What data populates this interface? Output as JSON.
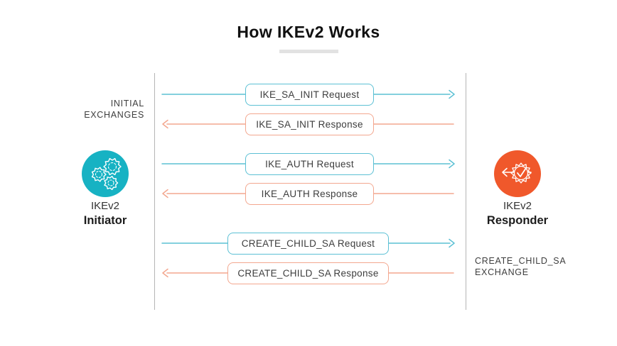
{
  "title": "How IKEv2 Works",
  "colors": {
    "initiator_circle": "#17b2c3",
    "responder_circle": "#f0582b",
    "request_arrow": "#5cc0d4",
    "response_arrow": "#f3a78f",
    "text": "#3d3d3d",
    "timeline_line": "#b5b5b5"
  },
  "actors": {
    "initiator": {
      "name": "IKEv2",
      "role": "Initiator",
      "icon": "gears-icon"
    },
    "responder": {
      "name": "IKEv2",
      "role": "Responder",
      "icon": "verified-badge-icon"
    }
  },
  "exchange_groups": {
    "initial": {
      "line1": "INITIAL",
      "line2": "EXCHANGES"
    },
    "create_child_sa": {
      "line1": "CREATE_CHILD_SA",
      "line2": "EXCHANGE"
    }
  },
  "messages": [
    {
      "label": "IKE_SA_INIT Request",
      "direction": "right",
      "color": "#5cc0d4"
    },
    {
      "label": "IKE_SA_INIT Response",
      "direction": "left",
      "color": "#f3a78f"
    },
    {
      "label": "IKE_AUTH Request",
      "direction": "right",
      "color": "#5cc0d4"
    },
    {
      "label": "IKE_AUTH Response",
      "direction": "left",
      "color": "#f3a78f"
    },
    {
      "label": "CREATE_CHILD_SA Request",
      "direction": "right",
      "color": "#5cc0d4"
    },
    {
      "label": "CREATE_CHILD_SA Response",
      "direction": "left",
      "color": "#f3a78f"
    }
  ]
}
